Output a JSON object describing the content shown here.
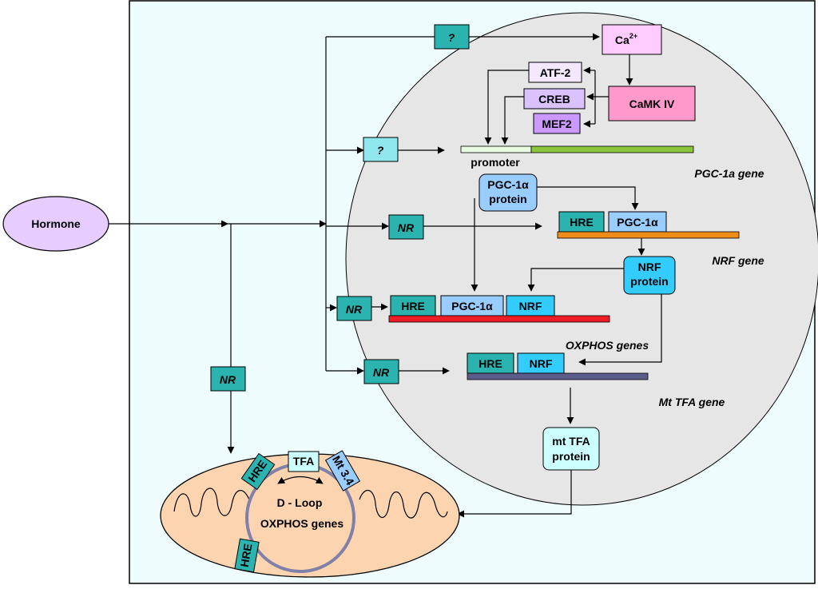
{
  "hormone": "Hormone",
  "unknown_labels": [
    "?",
    "?"
  ],
  "calcium": {
    "base": "Ca",
    "sup": "2+"
  },
  "camk": "CaMK IV",
  "transcription_factors": [
    "ATF-2",
    "CREB",
    "MEF2"
  ],
  "promoter": "promoter",
  "nr_label": "NR",
  "hre_label": "HRE",
  "pgc_protein": [
    "PGC-1α",
    "protein"
  ],
  "pgc_short": "PGC-1α",
  "nrf_label": "NRF",
  "nrf_protein": [
    "NRF",
    "protein"
  ],
  "mttfa_protein": [
    "mt TFA",
    "protein"
  ],
  "gene_labels": {
    "pgc1a": "PGC-1a gene",
    "nrf": "NRF gene",
    "oxphos": "OXPHOS genes",
    "mttfa": "Mt TFA gene"
  },
  "mito": {
    "hre": "HRE",
    "tfa": "TFA",
    "mt34": "Mt 3.4",
    "dloop": "D - Loop",
    "oxphos": "OXPHOS genes"
  },
  "colors": {
    "panel": "#eefcfd",
    "nucleus": "#e6e6e6",
    "teal": "#2bb3b0",
    "light_teal": "#8fe6ec",
    "lavender": "#ccccff",
    "pink": "#ff99cc",
    "ca_pink": "#ffccff",
    "purple": "#cc99ff",
    "blue": "#33ccff",
    "mito": "#fcd5b0"
  }
}
